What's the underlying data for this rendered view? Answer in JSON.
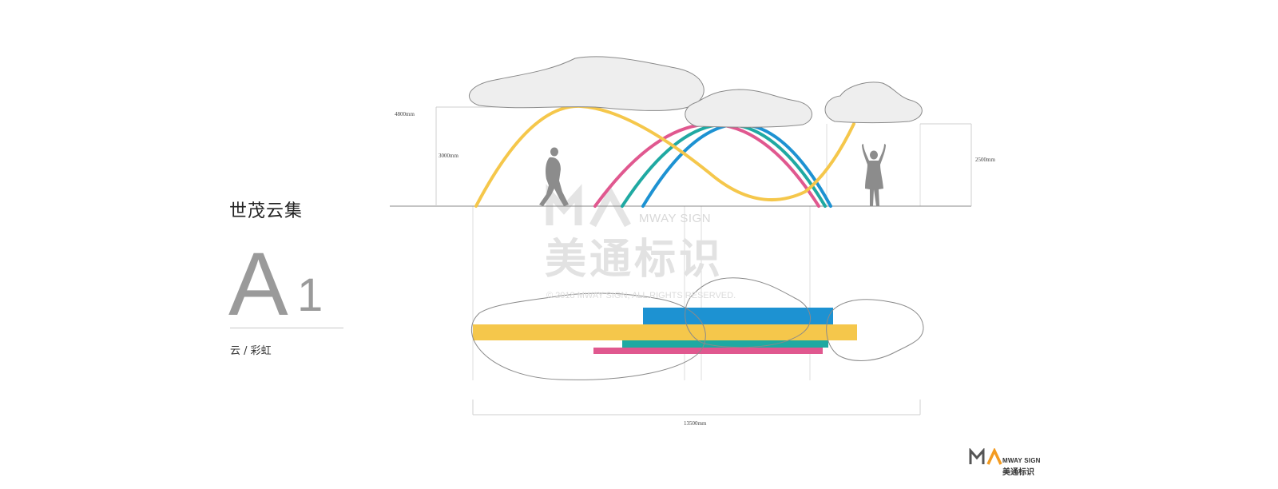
{
  "project": {
    "title": "世茂云集",
    "code_letter": "A",
    "code_number": "1",
    "subtitle": "云 / 彩虹"
  },
  "dimensions": {
    "overall_height": "4800mm",
    "arch_height": "3000mm",
    "right_height": "2500mm",
    "total_length": "13500mm"
  },
  "watermark": {
    "english": "MWAY SIGN",
    "chinese": "美通标识",
    "copyright": "© 2018 MWAY SIGN, ALL RIGHTS RESERVED."
  },
  "brand": {
    "english": "MWAY SIGN",
    "chinese": "美通标识"
  },
  "colors": {
    "yellow": "#f5c74b",
    "pink": "#e0588f",
    "teal": "#1fa9a2",
    "blue": "#1d92d2",
    "cloud_fill": "#eeeeee",
    "cloud_stroke": "#8a8a8a",
    "silhouette": "#8c8c8c",
    "brand_orange": "#f39b21"
  }
}
